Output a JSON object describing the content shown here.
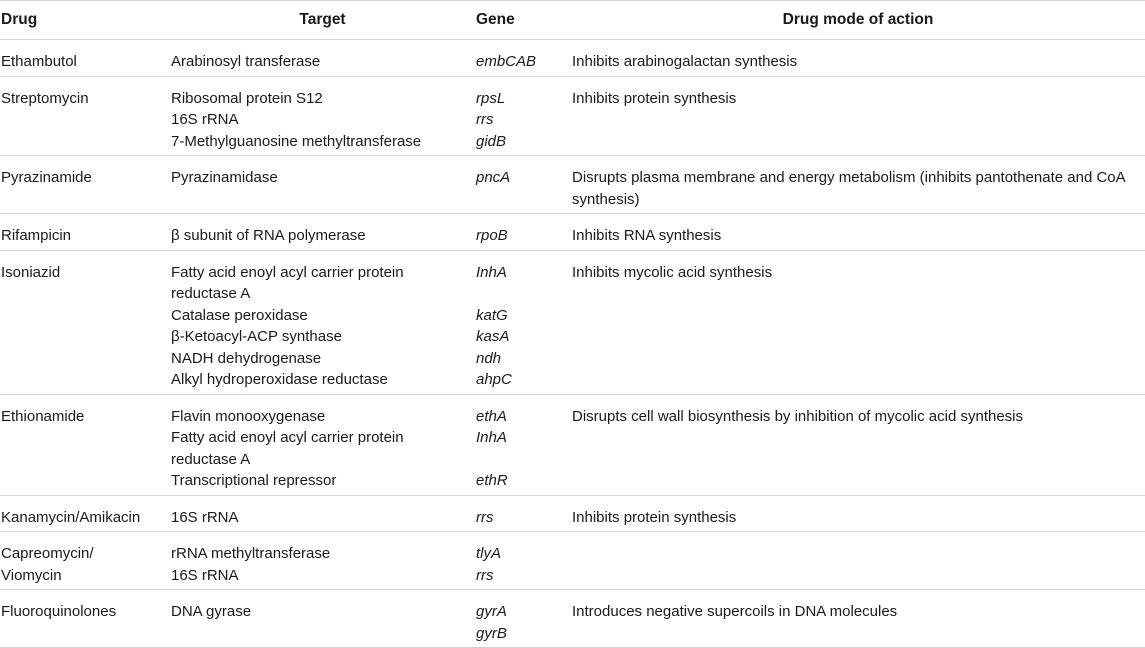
{
  "headers": {
    "drug": "Drug",
    "target": "Target",
    "gene": "Gene",
    "mode": "Drug mode of action"
  },
  "rows": [
    {
      "drug": [
        "Ethambutol"
      ],
      "target": [
        "Arabinosyl transferase"
      ],
      "gene": [
        "embCAB"
      ],
      "mode": "Inhibits arabinogalactan synthesis"
    },
    {
      "drug": [
        "Streptomycin"
      ],
      "target": [
        "Ribosomal protein S12",
        "16S rRNA",
        "7-Methylguanosine methyltransferase"
      ],
      "gene": [
        "rpsL",
        "rrs",
        "gidB"
      ],
      "mode": "Inhibits protein synthesis"
    },
    {
      "drug": [
        "Pyrazinamide"
      ],
      "target": [
        "Pyrazinamidase"
      ],
      "gene": [
        "pncA"
      ],
      "mode": "Disrupts plasma membrane and energy metabolism (inhibits pantothenate and CoA synthesis)"
    },
    {
      "drug": [
        "Rifampicin"
      ],
      "target": [
        "β subunit of RNA polymerase"
      ],
      "gene": [
        "rpoB"
      ],
      "mode": "Inhibits RNA synthesis"
    },
    {
      "drug": [
        "Isoniazid"
      ],
      "target": [
        "Fatty acid enoyl acyl carrier protein",
        "reductase A",
        "Catalase peroxidase",
        "β-Ketoacyl-ACP synthase",
        "NADH dehydrogenase",
        "Alkyl hydroperoxidase reductase"
      ],
      "gene": [
        "InhA",
        "",
        "katG",
        "kasA",
        "ndh",
        "ahpC"
      ],
      "mode": "Inhibits mycolic acid synthesis"
    },
    {
      "drug": [
        "Ethionamide"
      ],
      "target": [
        "Flavin monooxygenase",
        "Fatty acid enoyl acyl carrier protein",
        "reductase A",
        "Transcriptional repressor"
      ],
      "gene": [
        "ethA",
        "InhA",
        "",
        "ethR"
      ],
      "mode": "Disrupts cell wall biosynthesis by inhibition of mycolic acid synthesis"
    },
    {
      "drug": [
        "Kanamycin/Amikacin"
      ],
      "target": [
        "16S rRNA"
      ],
      "gene": [
        "rrs"
      ],
      "mode": "Inhibits protein synthesis"
    },
    {
      "drug": [
        "Capreomycin/",
        "Viomycin"
      ],
      "target": [
        "rRNA methyltransferase",
        "16S rRNA"
      ],
      "gene": [
        "tlyA",
        "rrs"
      ],
      "mode": ""
    },
    {
      "drug": [
        "Fluoroquinolones"
      ],
      "target": [
        "DNA gyrase"
      ],
      "gene": [
        "gyrA",
        "gyrB"
      ],
      "mode": "Introduces negative supercoils in DNA molecules"
    }
  ]
}
